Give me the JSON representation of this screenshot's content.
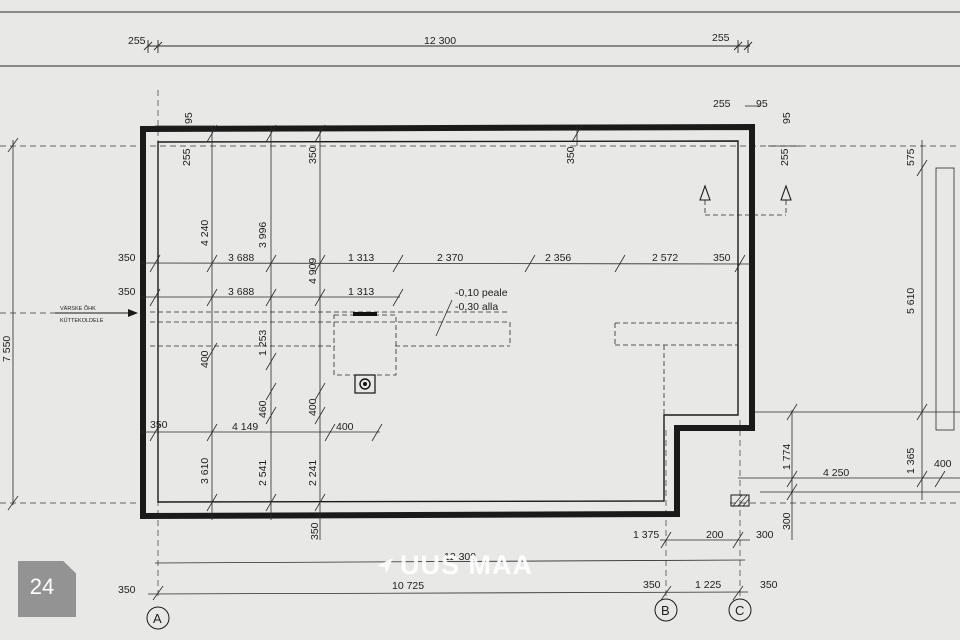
{
  "dims": {
    "top_a": "255",
    "top_b": "12 300",
    "top_c": "255",
    "tr_a": "255",
    "tr_b": "95",
    "tr_c": "95",
    "tr_d": "255",
    "tl_95": "95",
    "tl_255": "255",
    "v_350a": "350",
    "v_350b": "350",
    "v_350_bottom": "350",
    "v_4240": "4 240",
    "v_3996": "3 996",
    "v_4909": "4 909",
    "r1_350a": "350",
    "r1_3688": "3 688",
    "r1_1313": "1 313",
    "r1_2370": "2 370",
    "r1_2356": "2 356",
    "r1_2572": "2 572",
    "r1_350b": "350",
    "r2_350": "350",
    "r2_3688": "3 688",
    "r2_1313": "1 313",
    "v_400a": "400",
    "v_1253": "1 253",
    "v_460": "460",
    "v_400b": "400",
    "r3_350": "350",
    "r3_4149": "4 149",
    "r3_400": "400",
    "v_3610": "3 610",
    "v_2541": "2 541",
    "v_2241": "2 241",
    "left_7550": "7 550",
    "right_575": "575",
    "right_5610": "5 610",
    "right_1365": "1 365",
    "right_400": "400",
    "v_1774": "1 774",
    "h_4250": "4 250",
    "v_300": "300",
    "b_1375": "1 375",
    "b_200": "200",
    "b_300": "300",
    "b_12300": "12 300",
    "b_350a": "350",
    "b_10725": "10 725",
    "b_350b": "350",
    "b_1225": "1 225",
    "b_350c": "350"
  },
  "labels": {
    "level_top": "-0,10 peale",
    "level_bottom": "-0,30 alla",
    "inlet_1": "VÄRSKE ÕHK",
    "inlet_2": "KÜTTEKOLDELE"
  },
  "axes": [
    "A",
    "B",
    "C"
  ],
  "watermark": {
    "text": "UUS MAA"
  },
  "page_badge": "24"
}
